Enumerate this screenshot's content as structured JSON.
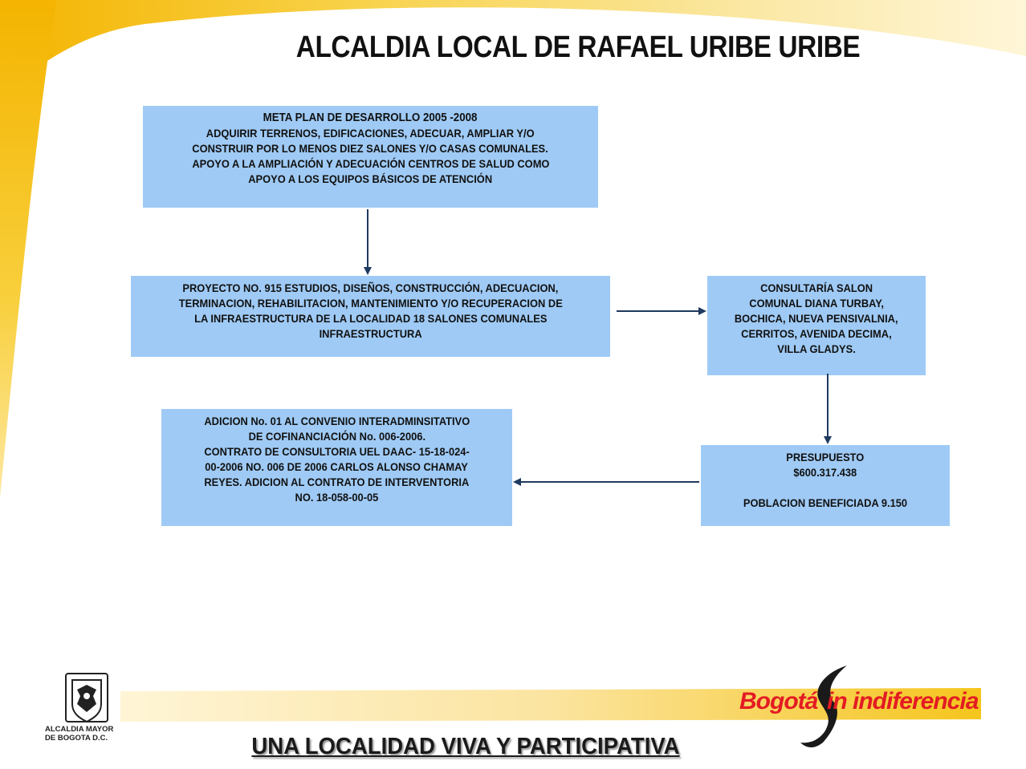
{
  "title": "ALCALDIA LOCAL DE RAFAEL URIBE URIBE",
  "boxes": {
    "meta": {
      "heading": "META PLAN DE DESARROLLO  2005 -2008",
      "lines": [
        "ADQUIRIR TERRENOS, EDIFICACIONES, ADECUAR, AMPLIAR Y/O",
        "CONSTRUIR POR LO MENOS DIEZ SALONES Y/O CASAS COMUNALES.",
        "APOYO A LA AMPLIACIÓN Y ADECUACIÓN  CENTROS DE SALUD   COMO",
        "APOYO A LOS EQUIPOS BÁSICOS DE ATENCIÓN"
      ]
    },
    "proyecto": {
      "lines": [
        "PROYECTO NO. 915 ESTUDIOS, DISEÑOS,  CONSTRUCCIÓN, ADECUACION,",
        "TERMINACION, REHABILITACION, MANTENIMIENTO Y/O RECUPERACION DE",
        "LA INFRAESTRUCTURA DE LA LOCALIDAD 18  SALONES COMUNALES",
        "INFRAESTRUCTURA"
      ]
    },
    "consultoria": {
      "lines": [
        "CONSULTARÍA SALON",
        "COMUNAL DIANA TURBAY,",
        "BOCHICA, NUEVA PENSIVALNIA,",
        "CERRITOS, AVENIDA DECIMA,",
        "VILLA GLADYS."
      ]
    },
    "presupuesto": {
      "line1": "PRESUPUESTO",
      "line2": "$600.317.438",
      "line3": "POBLACION BENEFICIADA 9.150"
    },
    "adicion": {
      "lines": [
        "ADICION No. 01 AL CONVENIO INTERADMINSITATIVO",
        "DE COFINANCIACIÓN  No. 006-2006.",
        "CONTRATO DE CONSULTORIA UEL DAAC- 15-18-024-",
        "00-2006 NO. 006 DE 2006   CARLOS ALONSO CHAMAY",
        "REYES.  ADICION AL CONTRATO DE INTERVENTORIA",
        "NO. 18-058-00-05"
      ]
    }
  },
  "footer": {
    "slogan": "UNA LOCALIDAD VIVA Y PARTICIPATIVA",
    "crest_line1": "ALCALDIA MAYOR",
    "crest_line2": "DE BOGOTA D.C.",
    "brand_word1": "Bogotá",
    "brand_word2": "in indiferencia"
  },
  "colors": {
    "box_fill": "#9fcaf5",
    "arrow": "#1f3a5f",
    "accent_yellow": "#f6c21a",
    "brand_red": "#e31b23"
  }
}
